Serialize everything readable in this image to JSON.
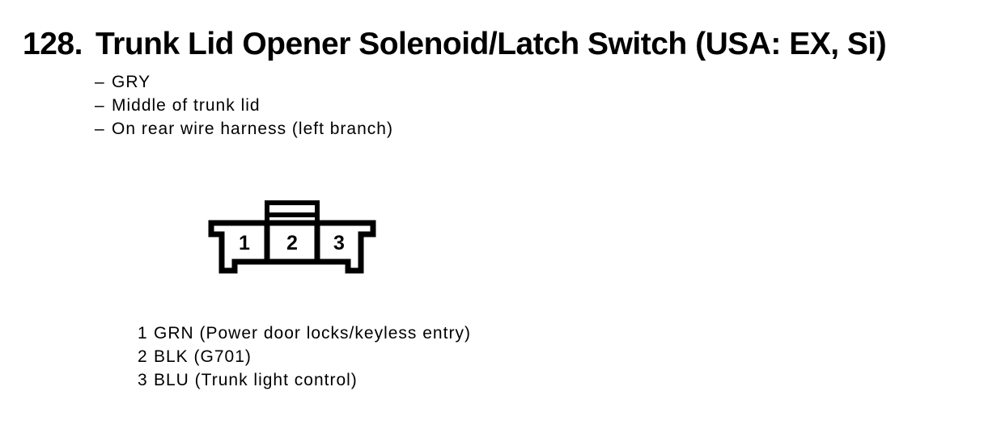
{
  "page": {
    "background": "#ffffff",
    "ink_color": "#000000"
  },
  "header": {
    "item_number": "128.",
    "title": "Trunk Lid Opener Solenoid/Latch Switch (USA: EX, Si)"
  },
  "details": {
    "bullet_prefix": "–",
    "items": [
      "GRY",
      "Middle of trunk lid",
      "On rear wire harness (left branch)"
    ]
  },
  "connector": {
    "description": "3-pin connector, front view with lock tab",
    "pins": [
      "1",
      "2",
      "3"
    ]
  },
  "pin_legend": [
    {
      "pin": "1",
      "description": "GRN (Power door locks/keyless entry)"
    },
    {
      "pin": "2",
      "description": "BLK (G701)"
    },
    {
      "pin": "3",
      "description": "BLU (Trunk light control)"
    }
  ]
}
